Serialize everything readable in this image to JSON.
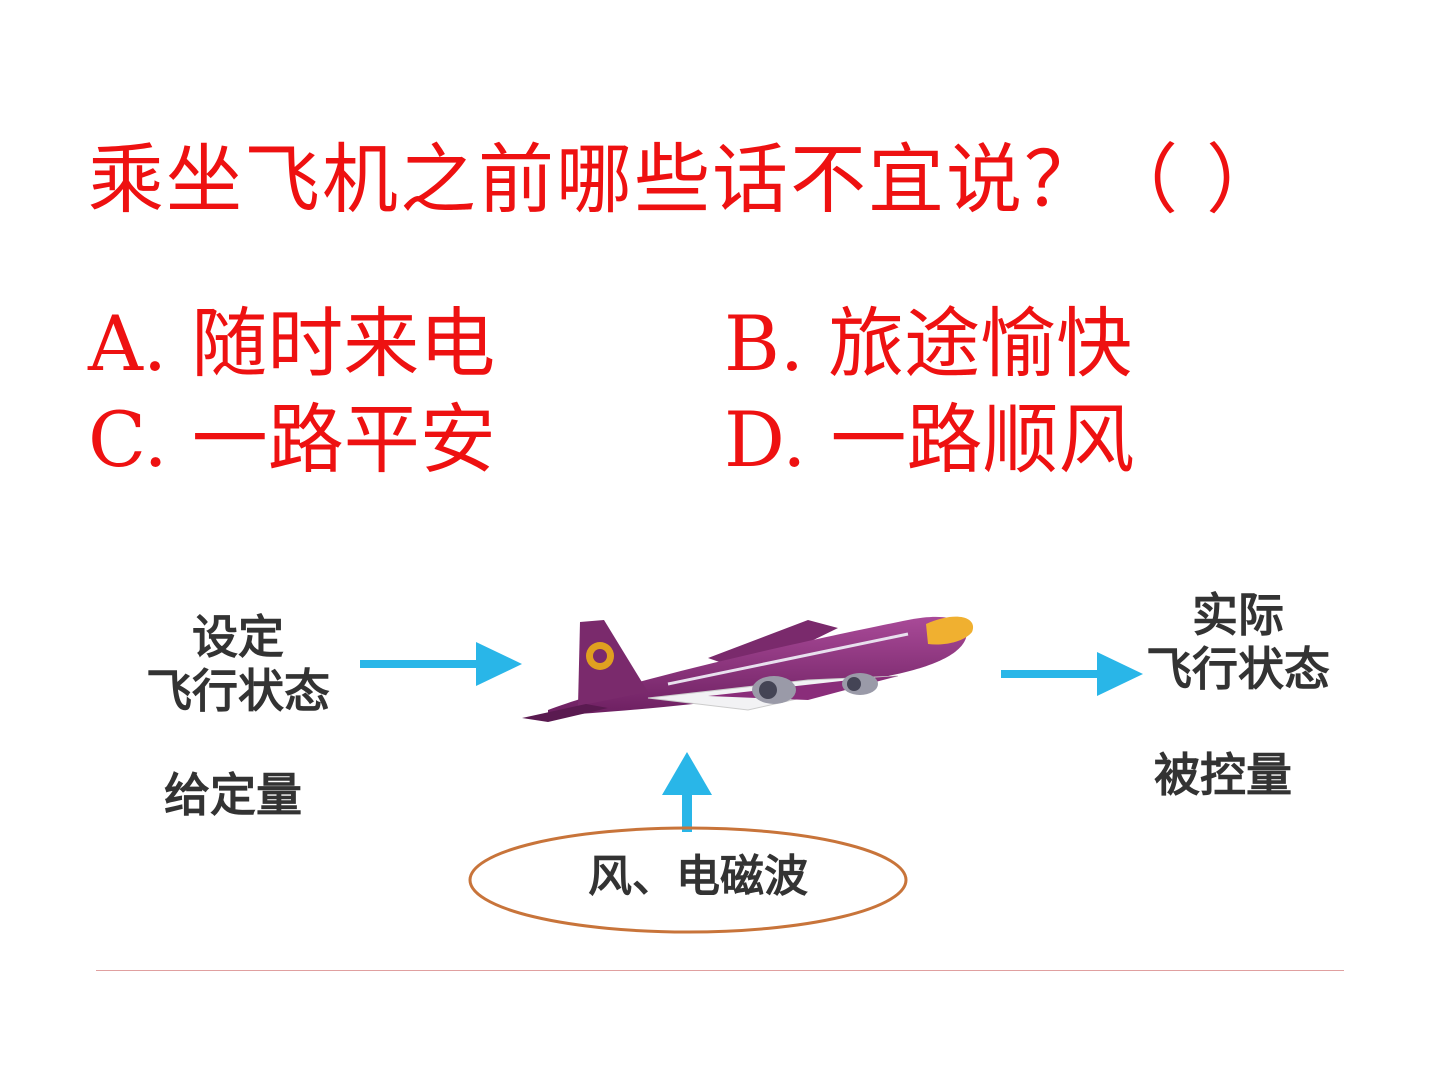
{
  "question": {
    "title": "乘坐飞机之前哪些话不宜说？（ ）",
    "title_color": "#ee1111"
  },
  "options": [
    {
      "label": "A. 随时来电"
    },
    {
      "label": "B. 旅途愉快"
    },
    {
      "label": "C. 一路平安"
    },
    {
      "label": "D. 一路顺风"
    }
  ],
  "diagram": {
    "input_label": "设定\n飞行状态",
    "given_label": "给定量",
    "output_label": "实际\n飞行状态",
    "controlled_label": "被控量",
    "disturbance_label": "风、电磁波",
    "arrow_color": "#29b6e8",
    "ellipse_color": "#c8743a",
    "plane_color": "#8a2d7a"
  }
}
